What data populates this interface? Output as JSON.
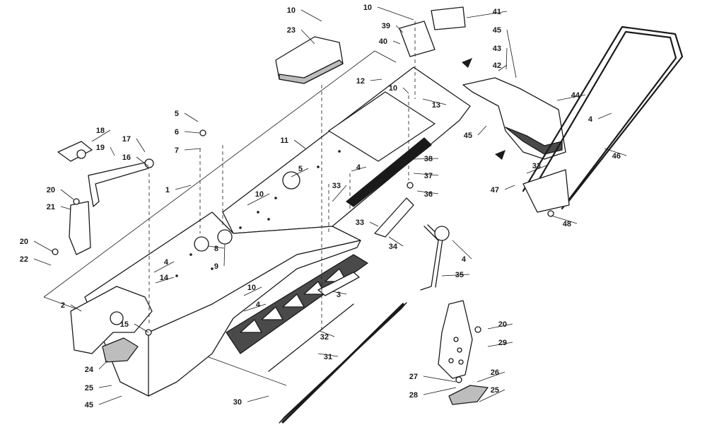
{
  "diagram": {
    "callouts": [
      {
        "id": "c10a",
        "label": "10"
      },
      {
        "id": "c23",
        "label": "23"
      },
      {
        "id": "c10b",
        "label": "10"
      },
      {
        "id": "c39",
        "label": "39"
      },
      {
        "id": "c40",
        "label": "40"
      },
      {
        "id": "c41",
        "label": "41"
      },
      {
        "id": "c45a",
        "label": "45"
      },
      {
        "id": "c43",
        "label": "43"
      },
      {
        "id": "c42",
        "label": "42"
      },
      {
        "id": "c12",
        "label": "12"
      },
      {
        "id": "c10c",
        "label": "10"
      },
      {
        "id": "c13",
        "label": "13"
      },
      {
        "id": "c44",
        "label": "44"
      },
      {
        "id": "c4a",
        "label": "4"
      },
      {
        "id": "c45b",
        "label": "45"
      },
      {
        "id": "c46",
        "label": "46"
      },
      {
        "id": "c5a",
        "label": "5"
      },
      {
        "id": "c6",
        "label": "6"
      },
      {
        "id": "c7",
        "label": "7"
      },
      {
        "id": "c11",
        "label": "11"
      },
      {
        "id": "c18",
        "label": "18"
      },
      {
        "id": "c17",
        "label": "17"
      },
      {
        "id": "c19",
        "label": "19"
      },
      {
        "id": "c16",
        "label": "16"
      },
      {
        "id": "c38",
        "label": "38"
      },
      {
        "id": "c5b",
        "label": "5"
      },
      {
        "id": "c4b",
        "label": "4"
      },
      {
        "id": "c37",
        "label": "37"
      },
      {
        "id": "c33a",
        "label": "33"
      },
      {
        "id": "c47",
        "label": "47"
      },
      {
        "id": "c1",
        "label": "1"
      },
      {
        "id": "c20a",
        "label": "20"
      },
      {
        "id": "c33b",
        "label": "33"
      },
      {
        "id": "c36",
        "label": "36"
      },
      {
        "id": "c10d",
        "label": "10"
      },
      {
        "id": "c48",
        "label": "48"
      },
      {
        "id": "c21",
        "label": "21"
      },
      {
        "id": "c33c",
        "label": "33"
      },
      {
        "id": "c34",
        "label": "34"
      },
      {
        "id": "c20b",
        "label": "20"
      },
      {
        "id": "c8",
        "label": "8"
      },
      {
        "id": "c22",
        "label": "22"
      },
      {
        "id": "c9",
        "label": "9"
      },
      {
        "id": "c4c",
        "label": "4"
      },
      {
        "id": "c4d",
        "label": "4"
      },
      {
        "id": "c35",
        "label": "35"
      },
      {
        "id": "c14",
        "label": "14"
      },
      {
        "id": "c10e",
        "label": "10"
      },
      {
        "id": "c3",
        "label": "3"
      },
      {
        "id": "c2",
        "label": "2"
      },
      {
        "id": "c4e",
        "label": "4"
      },
      {
        "id": "c15",
        "label": "15"
      },
      {
        "id": "c20c",
        "label": "20"
      },
      {
        "id": "c32",
        "label": "32"
      },
      {
        "id": "c29",
        "label": "29"
      },
      {
        "id": "c31",
        "label": "31"
      },
      {
        "id": "c24",
        "label": "24"
      },
      {
        "id": "c27",
        "label": "27"
      },
      {
        "id": "c26",
        "label": "26"
      },
      {
        "id": "c25a",
        "label": "25"
      },
      {
        "id": "c28",
        "label": "28"
      },
      {
        "id": "c25b",
        "label": "25"
      },
      {
        "id": "c30",
        "label": "30"
      },
      {
        "id": "c45c",
        "label": "45"
      }
    ]
  }
}
